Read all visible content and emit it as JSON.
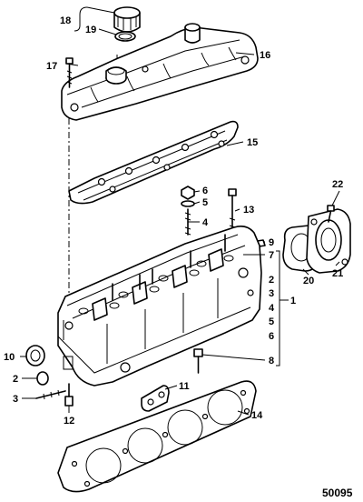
{
  "callouts": {
    "c1": "1",
    "c2": "2",
    "c3": "3",
    "c4": "4",
    "c5": "5",
    "c6": "6",
    "c7": "7",
    "c8": "8",
    "c9": "9",
    "c10": "10",
    "c11": "11",
    "c12": "12",
    "c13": "13",
    "c14": "14",
    "c15": "15",
    "c16": "16",
    "c17": "17",
    "c18": "18",
    "c19": "19",
    "c20": "20",
    "c21": "21",
    "c22": "22"
  },
  "bracket_group": [
    "2",
    "3",
    "4",
    "5",
    "6"
  ],
  "drawing_number": "50095"
}
